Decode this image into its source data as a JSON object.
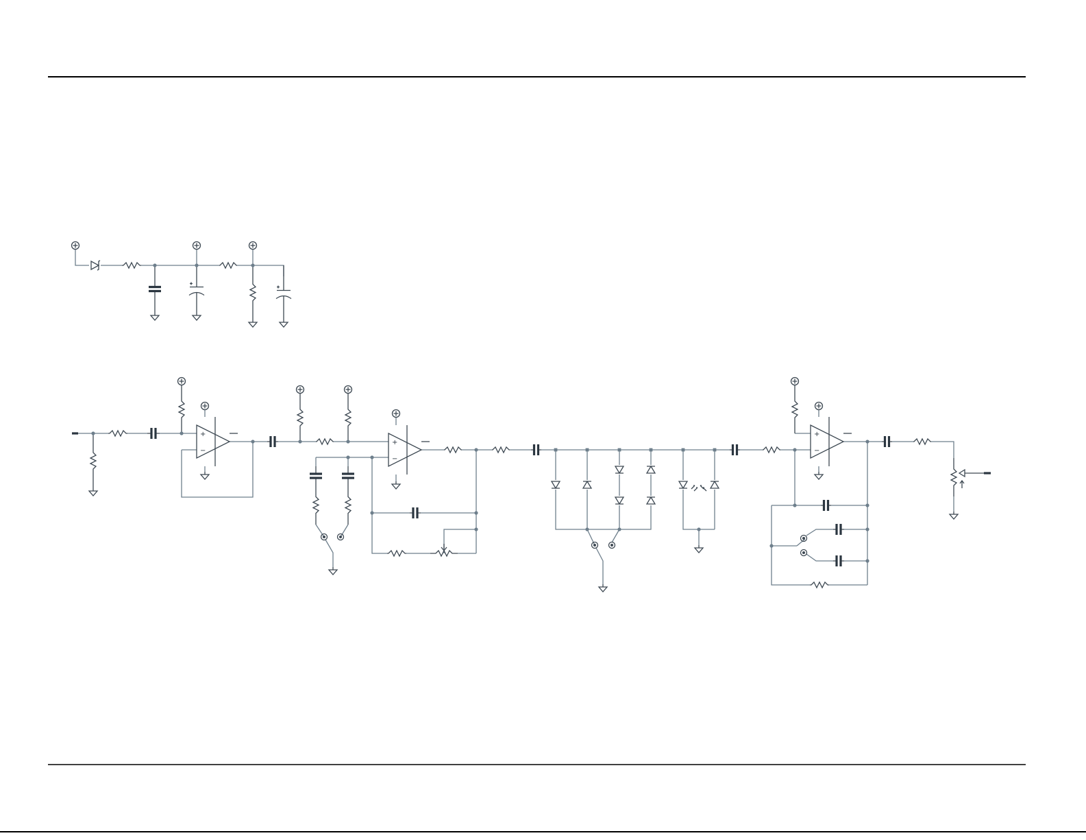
{
  "diagram": {
    "type": "circuit-schematic",
    "line_color": "#6e7f8c",
    "component_color": "#3d4852",
    "sections": [
      "power-supply-filter",
      "input-buffer-stage",
      "gain-stage",
      "diode-clipping-stage",
      "output-tone-stage",
      "output-volume"
    ],
    "opamp_pins": {
      "plus": "+",
      "minus": "−"
    }
  }
}
